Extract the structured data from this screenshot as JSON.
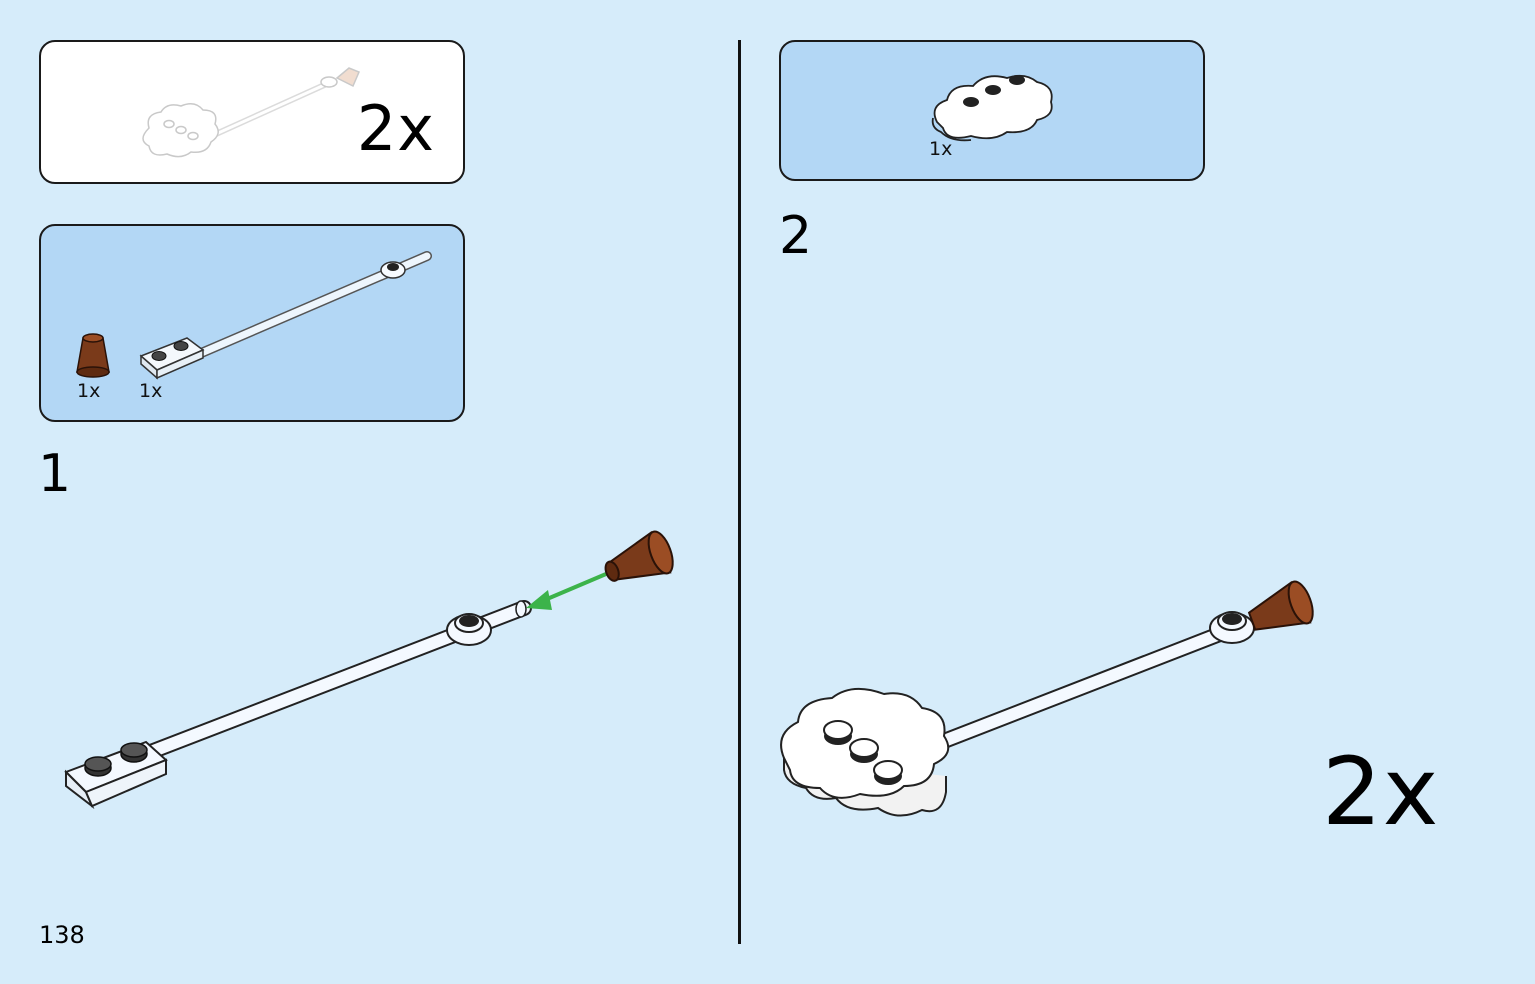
{
  "page": {
    "number": "138",
    "background": "#d6ecfa"
  },
  "submodel_callout": {
    "multiplier": "2x"
  },
  "step1": {
    "number": "1",
    "parts": [
      {
        "qty": "1x",
        "icon": "brown-cone-piece"
      },
      {
        "qty": "1x",
        "icon": "plate-with-bar-piece"
      }
    ]
  },
  "step2": {
    "number": "2",
    "parts": [
      {
        "qty": "1x",
        "icon": "white-cloud-plate-piece"
      }
    ],
    "multiplier": "2x"
  },
  "colors": {
    "cone": "#7a3a1a",
    "arrow": "#3cb34a",
    "parts_box": "#b3d7f5"
  }
}
